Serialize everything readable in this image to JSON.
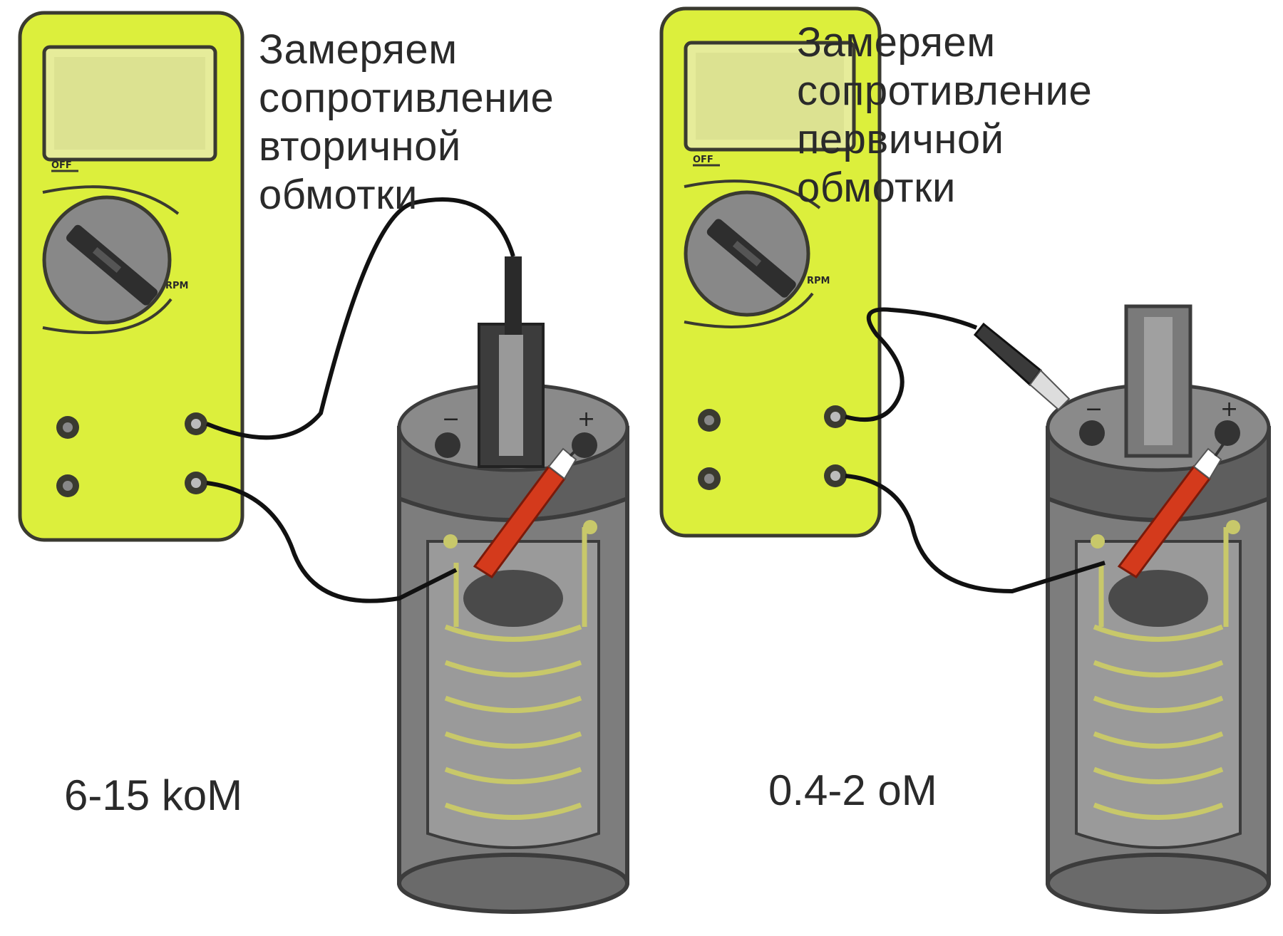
{
  "colors": {
    "meter_body": "#dcef3c",
    "meter_outline": "#3a3a30",
    "coil_body": "#7d7d7d",
    "coil_dark": "#3c3c3c",
    "winding": "#c8c86a",
    "red_probe": "#d43a1c",
    "text": "#2a2a2a"
  },
  "panels": [
    {
      "caption": [
        "Замеряем",
        "сопротивление",
        "вторичной",
        "обмотки"
      ],
      "value": "6-15 koM",
      "icons": [
        "multimeter-icon",
        "ignition-coil-icon",
        "test-lead-icon",
        "red-probe-icon"
      ]
    },
    {
      "caption": [
        "Замеряем",
        "сопротивление",
        "первичной",
        "обмотки"
      ],
      "value": "0.4-2 oM",
      "icons": [
        "multimeter-icon",
        "ignition-coil-icon",
        "test-lead-icon",
        "red-probe-icon"
      ]
    }
  ],
  "meter_labels": {
    "off": "OFF",
    "rpm": "RPM"
  }
}
